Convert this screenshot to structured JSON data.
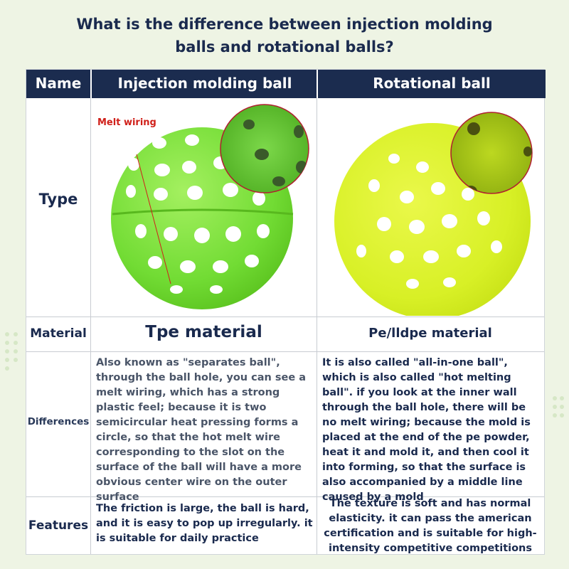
{
  "title": {
    "line1": "What is the difference between injection molding",
    "line2": "balls and rotational balls?"
  },
  "table": {
    "headers": [
      "Name",
      "Injection molding ball",
      "Rotational ball"
    ],
    "rows": {
      "type": {
        "label": "Type"
      },
      "material": {
        "label": "Material",
        "injection": "Tpe material",
        "rotational": "Pe/lldpe material"
      },
      "differences": {
        "label": "Differences",
        "injection": "Also known as \"separates ball\", through the ball hole, you can see a melt wiring, which has a strong plastic feel; because it is two semicircular heat pressing forms a circle, so that the hot melt wire corresponding to the slot on the surface of the ball will have a more obvious center wire on the outer surface",
        "rotational": "It is also called \"all-in-one ball\", which is also called \"hot melting ball\". if you look at the inner wall through the ball hole, there will be no melt wiring; because the mold is placed at the end of the pe powder, heat it and mold it, and then cool it into forming, so that the surface is also accompanied by a middle line caused by a mold"
      },
      "features": {
        "label": "Features",
        "injection": "The friction is large, the ball is hard, and it is easy to pop up irregularly. it is suitable for daily practice",
        "rotational": "The texture is soft and has normal elasticity. it can pass the american certification and is suitable for high-intensity competitive competitions"
      }
    }
  },
  "callout": {
    "melt_wiring": "Melt wiring"
  },
  "colors": {
    "header_bg": "#1b2c4f",
    "title_text": "#1a2a4e",
    "injection_ball": "#7fe03a",
    "rotational_ball": "#dcf22a",
    "callout_red": "#d0201a"
  }
}
